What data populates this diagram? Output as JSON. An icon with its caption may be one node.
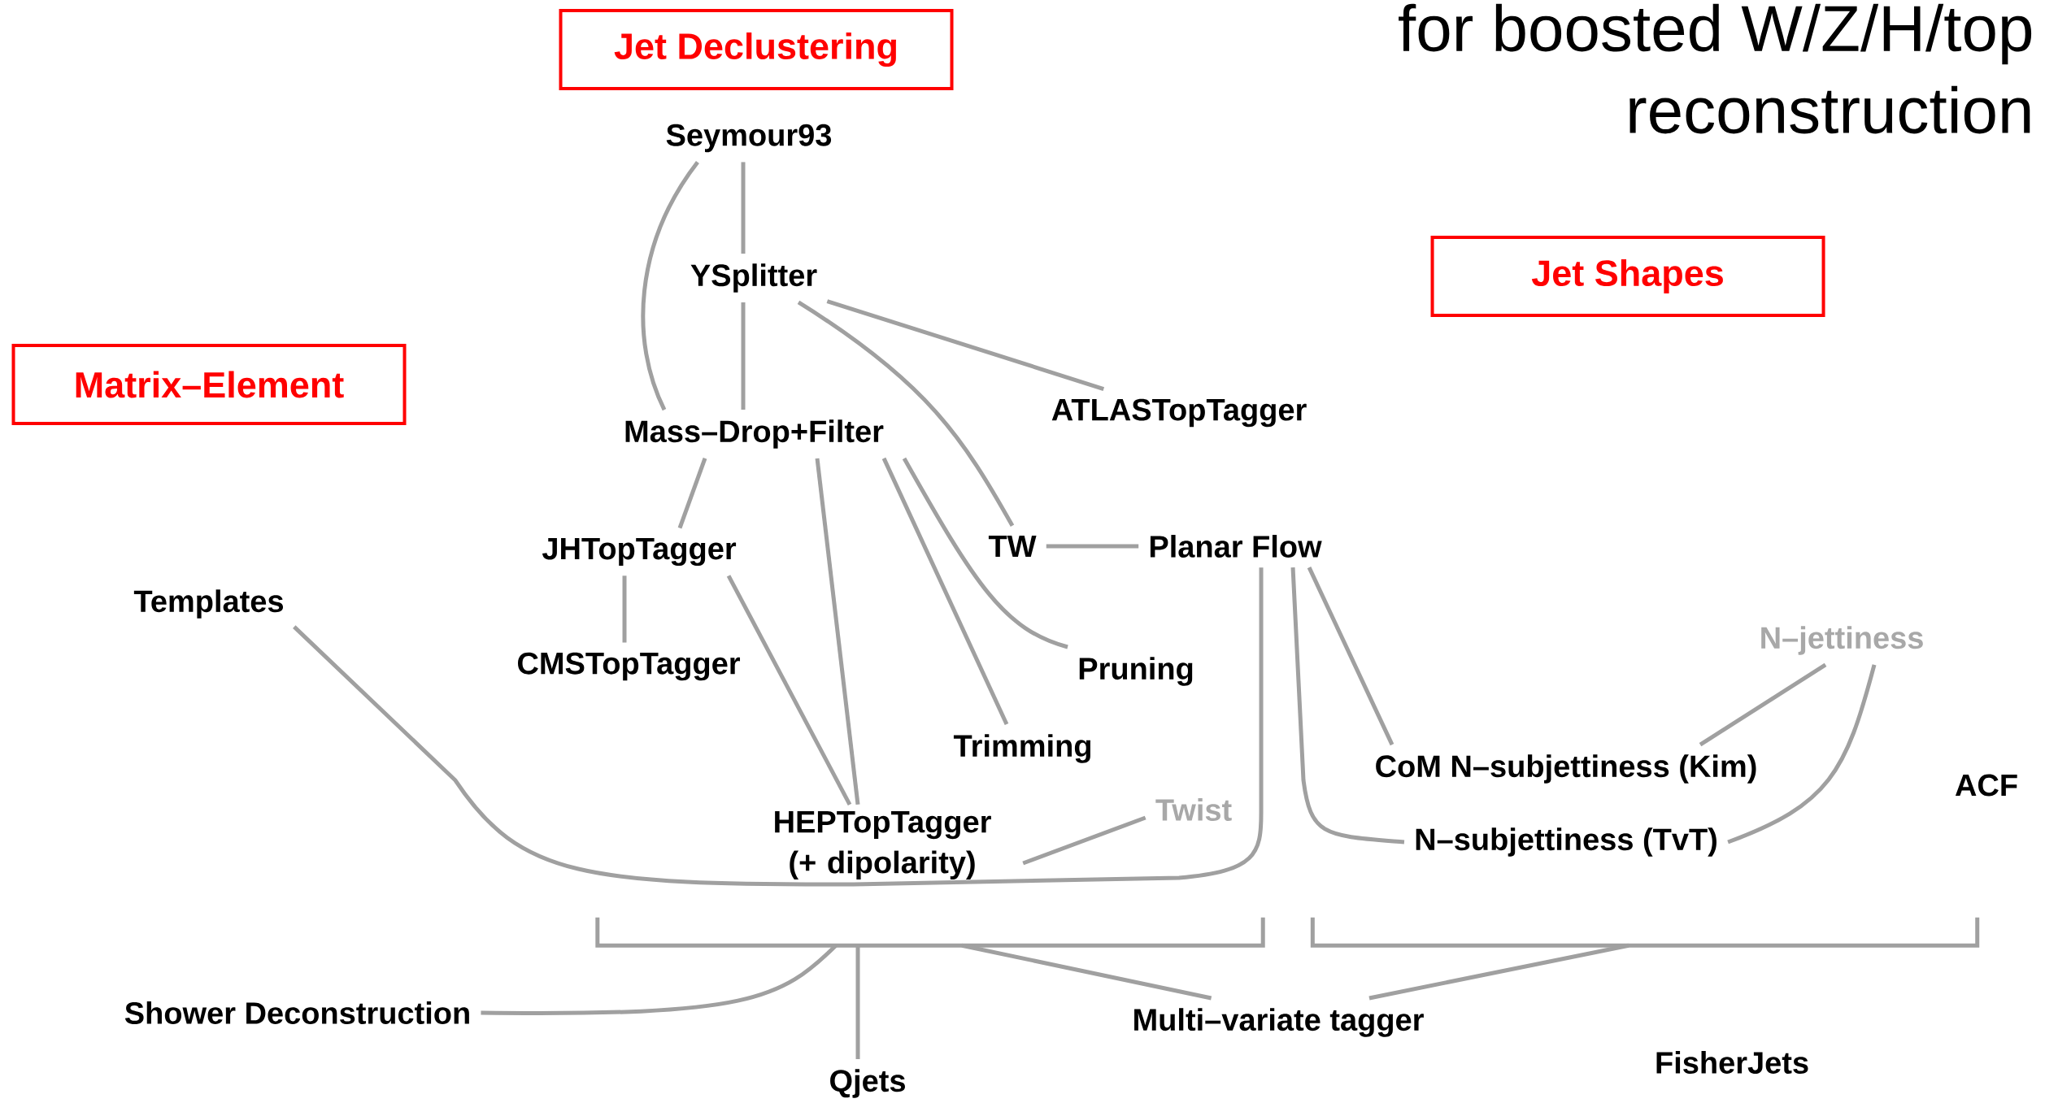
{
  "diagram": {
    "nodes": [
      {
        "text": [
          "Jet Declustering"
        ]
      },
      {
        "text": [
          "Jet Shapes"
        ]
      },
      {
        "text": [
          "Matrix–Element"
        ]
      },
      {
        "text": [
          "Seymour93"
        ]
      },
      {
        "text": [
          "YSplitter"
        ]
      },
      {
        "text": [
          "ATLASTopTagger"
        ]
      },
      {
        "text": [
          "Mass–Drop+Filter"
        ]
      },
      {
        "text": [
          "JHTopTagger"
        ]
      },
      {
        "text": [
          "TW"
        ]
      },
      {
        "text": [
          "Planar Flow"
        ]
      },
      {
        "text": [
          "Templates"
        ]
      },
      {
        "text": [
          "CMSTopTagger"
        ]
      },
      {
        "text": [
          "Pruning"
        ]
      },
      {
        "text": [
          "N–jettiness"
        ]
      },
      {
        "text": [
          "Trimming"
        ]
      },
      {
        "text": [
          "CoM N–subjettiness (Kim)"
        ]
      },
      {
        "text": [
          "ACF"
        ]
      },
      {
        "text": [
          "HEPTopTagger (+ dipolarity)"
        ]
      },
      {
        "text": [
          "Twist"
        ]
      },
      {
        "text": [
          "N–subjettiness (TvT)"
        ]
      },
      {
        "text": [
          "Shower Deconstruction"
        ]
      },
      {
        "text": [
          "Multi–variate tagger"
        ]
      },
      {
        "text": [
          "Qjets"
        ]
      },
      {
        "text": [
          "FisherJets"
        ]
      },
      {
        "text": [],
        "shape": "bracket"
      },
      {
        "text": [],
        "shape": "bracket"
      }
    ],
    "edges": [
      {
        "from": 3,
        "to": 4,
        "arrow": "none"
      },
      {
        "from": 3,
        "to": 6,
        "arrow": "none"
      },
      {
        "from": 4,
        "to": 6,
        "arrow": "none"
      },
      {
        "from": 4,
        "to": 5,
        "arrow": "none"
      },
      {
        "from": 4,
        "to": 8,
        "arrow": "none"
      },
      {
        "from": 6,
        "to": 7,
        "arrow": "none"
      },
      {
        "from": 6,
        "to": 17,
        "arrow": "none"
      },
      {
        "from": 7,
        "to": 17,
        "arrow": "none"
      },
      {
        "from": 6,
        "to": 14,
        "arrow": "none"
      },
      {
        "from": 6,
        "to": 12,
        "arrow": "none"
      },
      {
        "from": 7,
        "to": 11,
        "arrow": "none"
      },
      {
        "from": 8,
        "to": 9,
        "arrow": "none"
      },
      {
        "from": 10,
        "to": 9,
        "arrow": "none"
      },
      {
        "from": 9,
        "to": 19,
        "arrow": "none"
      },
      {
        "from": 9,
        "to": 15,
        "arrow": "none"
      },
      {
        "from": 13,
        "to": 15,
        "arrow": "none"
      },
      {
        "from": 13,
        "to": 19,
        "arrow": "none"
      },
      {
        "from": 17,
        "to": 18,
        "arrow": "none"
      },
      {
        "from": 24,
        "to": 20,
        "arrow": "none"
      },
      {
        "from": 24,
        "to": 22,
        "arrow": "none"
      },
      {
        "from": 24,
        "to": 21,
        "arrow": "none"
      },
      {
        "from": 25,
        "to": 21,
        "arrow": "none"
      }
    ],
    "labels": [
      "for boosted W/Z/H/top",
      "reconstruction"
    ]
  }
}
